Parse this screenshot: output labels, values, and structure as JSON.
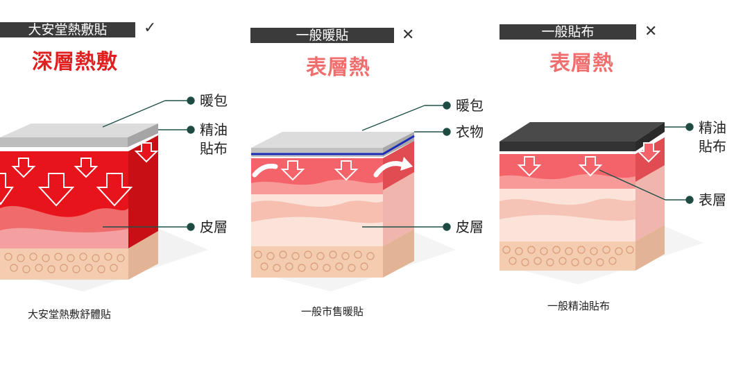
{
  "panels": [
    {
      "tag": "大安堂熱敷貼",
      "mark": "✓",
      "headline": "深層熱敷",
      "headline_color": "#e02020",
      "labels": [
        "暖包",
        "精油",
        "貼布",
        "皮層"
      ],
      "caption": "大安堂熱敷舒體貼"
    },
    {
      "tag": "一般暖貼",
      "mark": "✕",
      "headline": "表層熱",
      "headline_color": "#f06e6e",
      "labels": [
        "暖包",
        "衣物",
        "皮層"
      ],
      "caption": "一般市售暖貼"
    },
    {
      "tag": "一般貼布",
      "mark": "✕",
      "headline": "表層熱",
      "headline_color": "#f06e6e",
      "labels": [
        "精油",
        "貼布",
        "表層"
      ],
      "caption": "一般精油貼布"
    }
  ],
  "colors": {
    "tag_bg": "#3b3b3b",
    "leader_line": "#1f5048",
    "leader_dot": "#1f4a42",
    "deep_heat": "#e8141c",
    "surface_heat": "#f5636a",
    "fat_layer": "#f4cdb1",
    "warm_pack": "#d7d7d7",
    "clothing_line": "#1b2db8",
    "patch_dark": "#3a3a3a"
  },
  "icons": [
    "check-icon",
    "cross-icon",
    "heat-arrow-icon",
    "curved-arrow-icon"
  ]
}
